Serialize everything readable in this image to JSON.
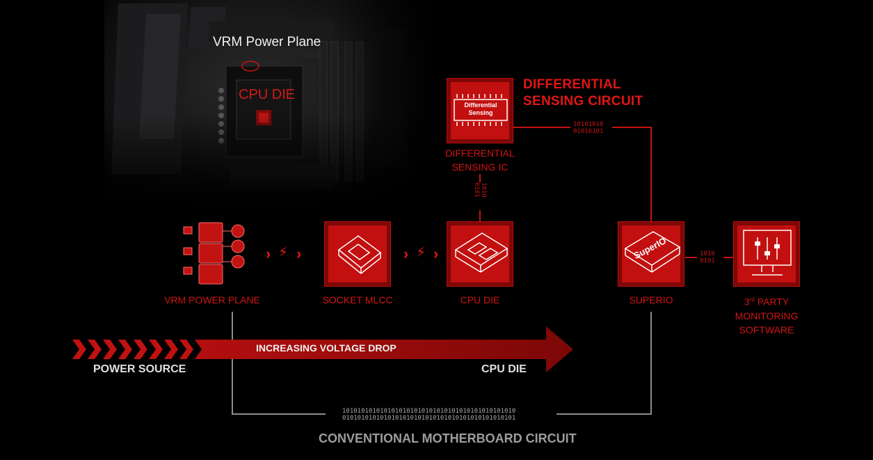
{
  "board": {
    "vrm_label": "VRM Power Plane",
    "cpu_label": "CPU DIE"
  },
  "differential": {
    "title_line1": "DIFFERENTIAL",
    "title_line2": "SENSING CIRCUIT",
    "chip_line1": "Differential",
    "chip_line2": "Sensing",
    "ic_label_line1": "DIFFERENTIAL",
    "ic_label_line2": "SENSING IC",
    "binary_top_line1": "10101010",
    "binary_top_line2": "01010101",
    "binary_vertical_line1": "1010",
    "binary_vertical_line2": "0101"
  },
  "components": {
    "vrm": "VRM POWER PLANE",
    "socket": "SOCKET MLCC",
    "cpu": "CPU DIE",
    "superio": "SUPERIO",
    "superio_chip": "SuperIO",
    "software_line1": "3",
    "software_sup": "rd",
    "software_line1_rest": " PARTY",
    "software_line2": "MONITORING",
    "software_line3": "SOFTWARE",
    "binary_right_line1": "1010",
    "binary_right_line2": "0101"
  },
  "arrow": {
    "label": "INCREASING VOLTAGE DROP",
    "start": "POWER SOURCE",
    "end": "CPU DIE"
  },
  "conventional": {
    "binary_line1": "1010101010101010101010101010101010101010101010",
    "binary_line2": "0101010101010101010101010101010101010101010101",
    "title": "CONVENTIONAL MOTHERBOARD CIRCUIT"
  },
  "colors": {
    "accent_red": "#d11414",
    "dark_red": "#7d0606",
    "grey_line": "#8c8c8c"
  }
}
